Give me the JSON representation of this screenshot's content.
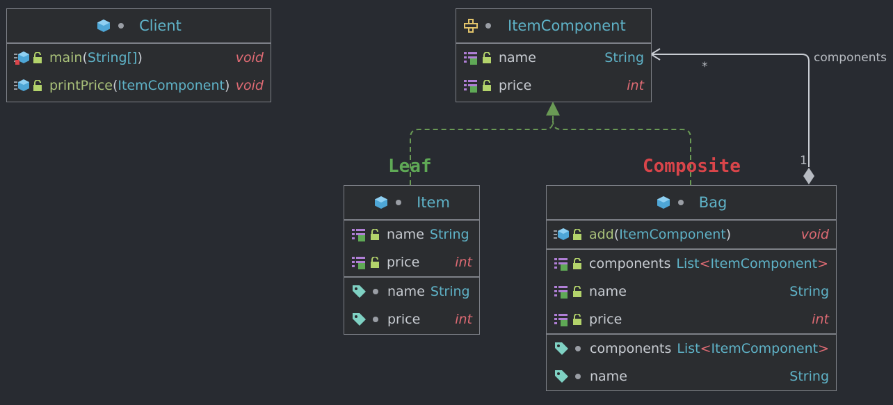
{
  "client": {
    "title": "Client",
    "methods": [
      {
        "name": "main",
        "params": "String[]",
        "ret": "void"
      },
      {
        "name": "printPrice",
        "params": "ItemComponent",
        "ret": "void"
      }
    ]
  },
  "item_component": {
    "title": "ItemComponent",
    "fields": [
      {
        "name": "name",
        "type": "String"
      },
      {
        "name": "price",
        "type": "int"
      }
    ]
  },
  "item": {
    "title": "Item",
    "fields": [
      {
        "name": "name",
        "type": "String"
      },
      {
        "name": "price",
        "type": "int"
      }
    ],
    "props": [
      {
        "name": "name",
        "type": "String"
      },
      {
        "name": "price",
        "type": "int"
      }
    ]
  },
  "bag": {
    "title": "Bag",
    "methods": [
      {
        "name": "add",
        "params": "ItemComponent",
        "ret": "void"
      }
    ],
    "fields": [
      {
        "name": "components",
        "type_base": "List",
        "type_lt": "<",
        "type_arg": "ItemComponent",
        "type_gt": ">"
      },
      {
        "name": "name",
        "type": "String"
      },
      {
        "name": "price",
        "type": "int"
      }
    ],
    "props": [
      {
        "name": "components",
        "type_base": "List",
        "type_lt": "<",
        "type_arg": "ItemComponent",
        "type_gt": ">"
      },
      {
        "name": "name",
        "type": "String"
      }
    ]
  },
  "labels": {
    "leaf": "Leaf",
    "composite": "Composite",
    "assoc_name": "components",
    "mult_many": "*",
    "mult_one": "1"
  },
  "colors": {
    "leaf": "#5fa956",
    "composite": "#d9454a",
    "title": "#5fb3c8",
    "keyword": "#e06b74",
    "arrow_head": "#6a9a55"
  }
}
